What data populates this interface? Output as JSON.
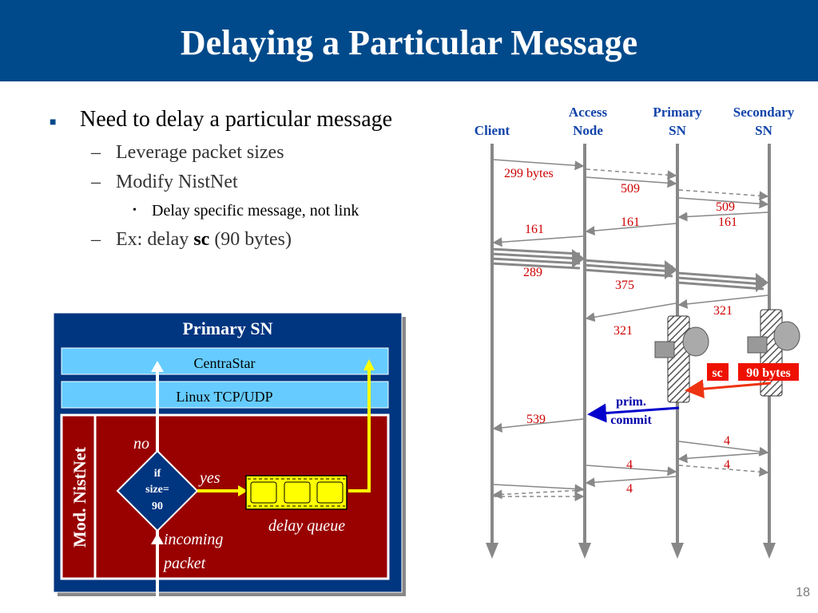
{
  "slide": {
    "title": "Delaying a Particular Message",
    "page_number": "18",
    "colors": {
      "title_bar": "#004a8b",
      "label_red": "#cc0000",
      "box_blue": "#66ccff",
      "box_dark_red": "#990000",
      "panel_navy": "#003580"
    }
  },
  "bullets": {
    "l1": "Need to delay a particular message",
    "l2a": "Leverage packet sizes",
    "l2b": "Modify NistNet",
    "l3": "Delay specific message, not link",
    "l2c_prefix": "Ex: delay ",
    "l2c_bold": "sc",
    "l2c_suffix": " (90 bytes)"
  },
  "box": {
    "title": "Primary SN",
    "centrastar": "CentraStar",
    "tcp": "Linux TCP/UDP",
    "side_label": "Mod. NistNet",
    "diamond_line1": "if",
    "diamond_line2": "size=",
    "diamond_line3": "90",
    "no": "no",
    "yes": "yes",
    "delay_queue": "delay queue",
    "incoming1": "incoming",
    "incoming2": "packet"
  },
  "seq": {
    "client": "Client",
    "access1": "Access",
    "access2": "Node",
    "primary1": "Primary",
    "primary2": "SN",
    "secondary1": "Secondary",
    "secondary2": "SN",
    "m_299": "299 bytes",
    "m_509a": "509",
    "m_509b": "509",
    "m_161a": "161",
    "m_161b": "161",
    "m_161c": "161",
    "m_289": "289",
    "m_375": "375",
    "m_321a": "321",
    "m_321b": "321",
    "sc": "sc",
    "bytes90": "90 bytes",
    "prim1": "prim.",
    "prim2": "commit",
    "m_539": "539",
    "m_4a": "4",
    "m_4b": "4",
    "m_4c": "4",
    "m_4d": "4"
  }
}
